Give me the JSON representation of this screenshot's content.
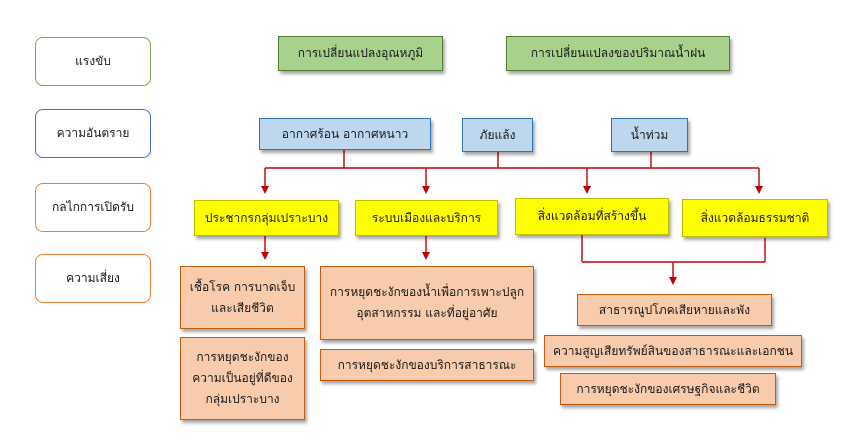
{
  "legend": {
    "driver": "แรงขับ",
    "hazard": "ความอันตราย",
    "mechanism": "กลไกการเปิดรับ",
    "risk": "ความเสี่ยง"
  },
  "drivers": {
    "temperature": "การเปลี่ยนแปลงอุณหภูมิ",
    "rainfall": "การเปลี่ยนแปลงของปริมาณน้ำฝน"
  },
  "hazards": {
    "heat_cold": "อากาศร้อน อากาศหนาว",
    "drought": "ภัยแล้ง",
    "flood": "น้ำท่วม"
  },
  "mechanisms": {
    "vulnerable": "ประชากรกลุ่มเปราะบาง",
    "systems": "ระบบเมืองและบริการ",
    "built_env": "สิ่งแวดล้อมที่สร้างขึ้น",
    "natural_env": "สิ่งแวดล้อมธรรมชาติ"
  },
  "risks": {
    "disease": "เชื้อโรค การบาดเจ็บ และเสียชีวิต",
    "wellbeing": "การหยุดชะงักของความเป็นอยู่ที่ดีของกลุ่มเปราะบาง",
    "water_use": "การหยุดชะงักของน้ำเพื่อการเพาะปลูก อุตสาหกรรม และที่อยู่อาศัย",
    "public_service": "การหยุดชะงักของบริการสาธารณะ",
    "utilities": "สาธารณูปโภคเสียหายและพัง",
    "property_loss": "ความสูญเสียทรัพย์สินของสาธารณะและเอกชน",
    "economy": "การหยุดชะงักของเศรษฐกิจและชีวิต"
  },
  "colors": {
    "arrow": "#c00000",
    "driver_fill": "#a9d18e",
    "hazard_fill": "#bdd7ee",
    "mechanism_fill": "#ffff00",
    "risk_fill": "#f8cbad"
  }
}
